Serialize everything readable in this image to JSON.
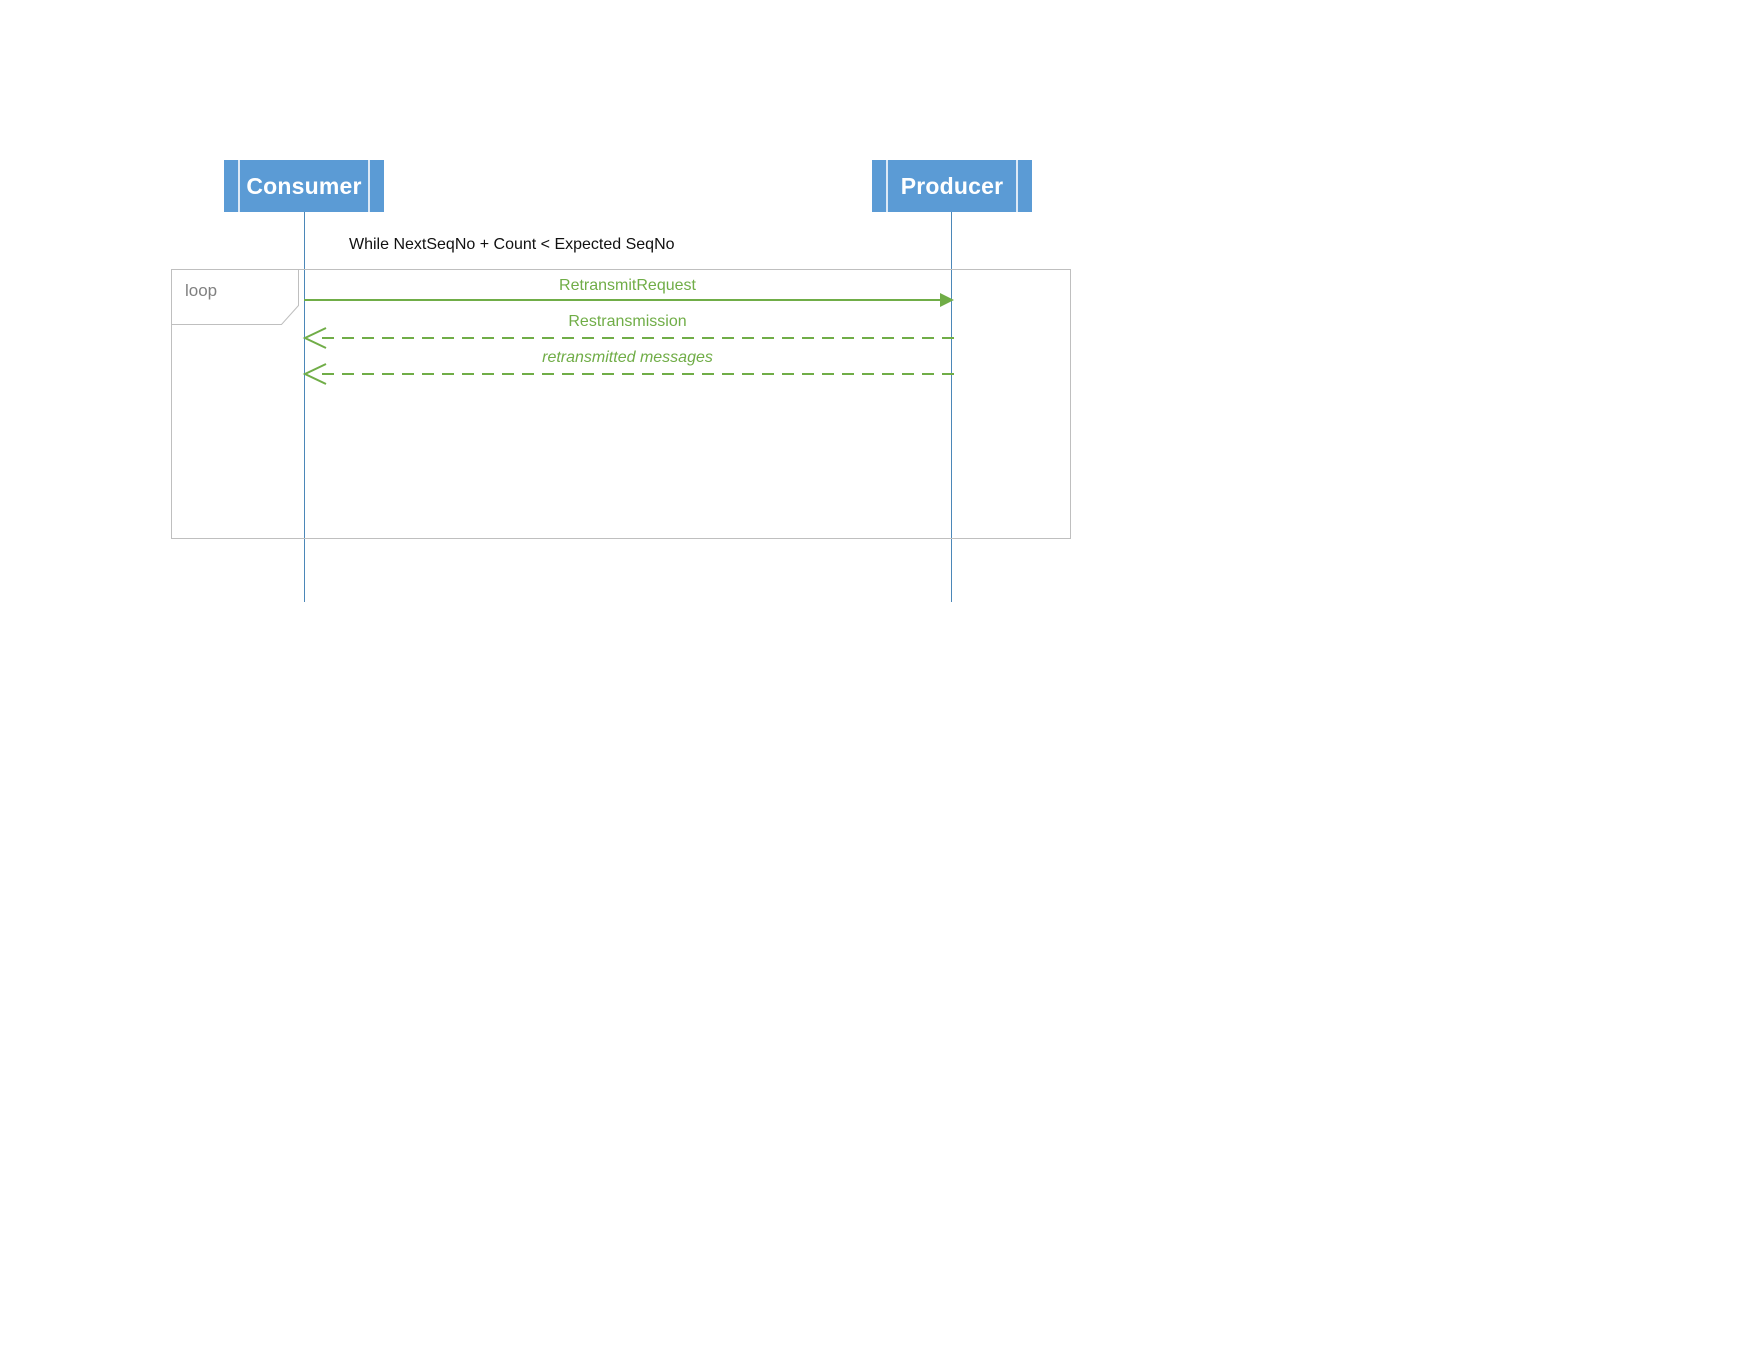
{
  "diagram": {
    "type": "uml-sequence-diagram",
    "background_color": "#FFFFFF",
    "participants": [
      {
        "id": "consumer",
        "name": "Consumer",
        "header_color": "#5B9BD5",
        "label_color": "#FFFFFF",
        "lifeline_color": "#4B87B8"
      },
      {
        "id": "producer",
        "name": "Producer",
        "header_color": "#5B9BD5",
        "label_color": "#FFFFFF",
        "lifeline_color": "#4B87B8"
      }
    ],
    "guard": {
      "text": "While NextSeqNo + Count < Expected SeqNo",
      "color": "#111111"
    },
    "fragment": {
      "operator": "loop",
      "label": "loop",
      "border_color": "#BFBFBF",
      "label_color": "#808080"
    },
    "messages": [
      {
        "label": "RetransmitRequest",
        "from": "consumer",
        "to": "producer",
        "direction": "right",
        "line_style": "solid",
        "arrow_style": "filled",
        "color": "#70AD47",
        "italic": false
      },
      {
        "label": "Restransmission",
        "from": "producer",
        "to": "consumer",
        "direction": "left",
        "line_style": "dashed",
        "arrow_style": "open",
        "color": "#70AD47",
        "italic": false
      },
      {
        "label": "retransmitted messages",
        "from": "producer",
        "to": "consumer",
        "direction": "left",
        "line_style": "dashed",
        "arrow_style": "open",
        "color": "#70AD47",
        "italic": true
      }
    ]
  }
}
